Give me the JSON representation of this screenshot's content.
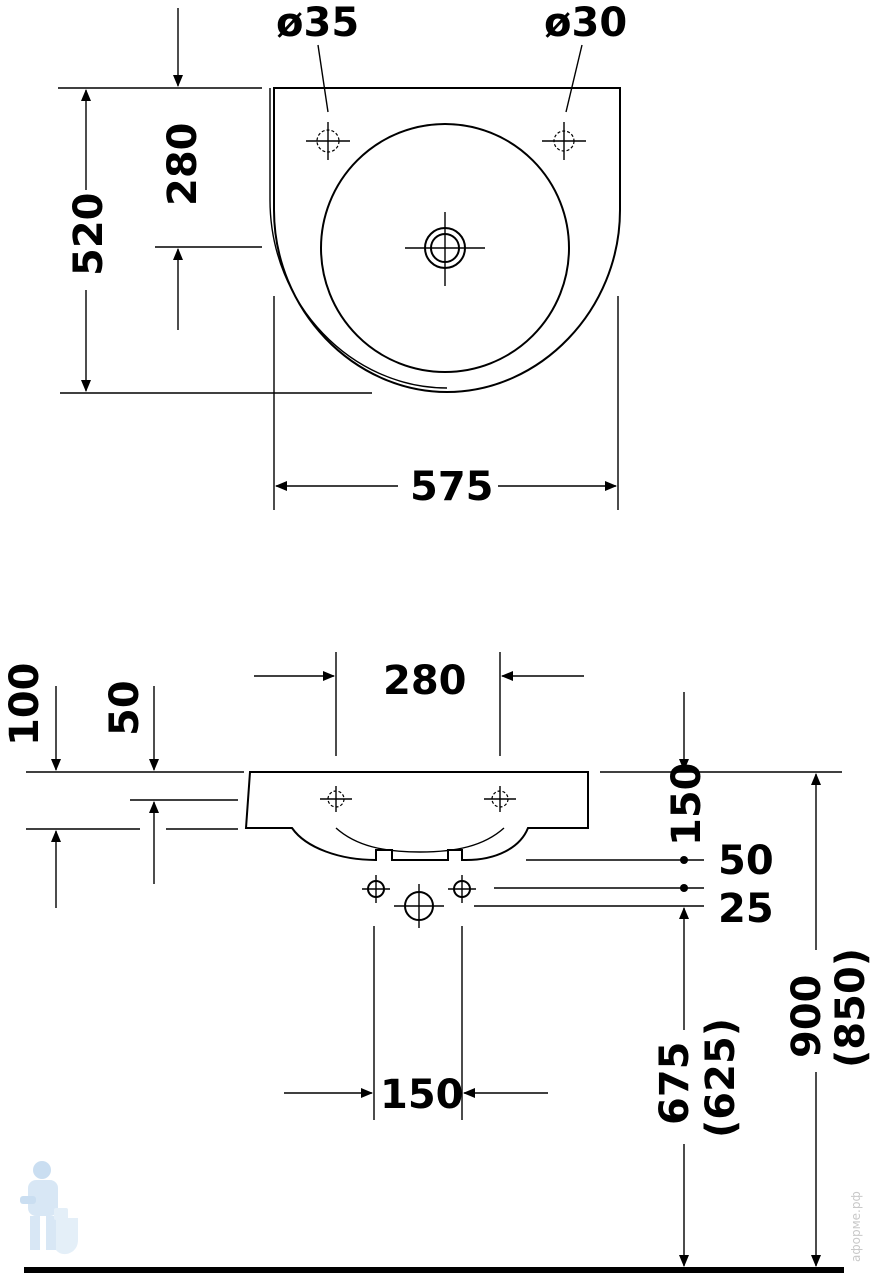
{
  "top_view": {
    "hole_left_label": "ø35",
    "hole_right_label": "ø30",
    "depth_total_label": "520",
    "depth_partial_label": "280",
    "width_label": "575"
  },
  "side_view": {
    "tap_spacing_label": "280",
    "rim_height_label": "100",
    "rim_offset_label": "50",
    "back_height_label": "150",
    "offset_50_label": "50",
    "offset_25_label": "25",
    "fix_spacing_label": "150",
    "height_675_label": "675",
    "height_625_label": "(625)",
    "height_900_label": "900",
    "height_850_label": "(850)"
  },
  "watermark": {
    "site_text": "аформе.рф"
  },
  "colors": {
    "line": "#000000",
    "watermark": "#bfd8ee"
  }
}
